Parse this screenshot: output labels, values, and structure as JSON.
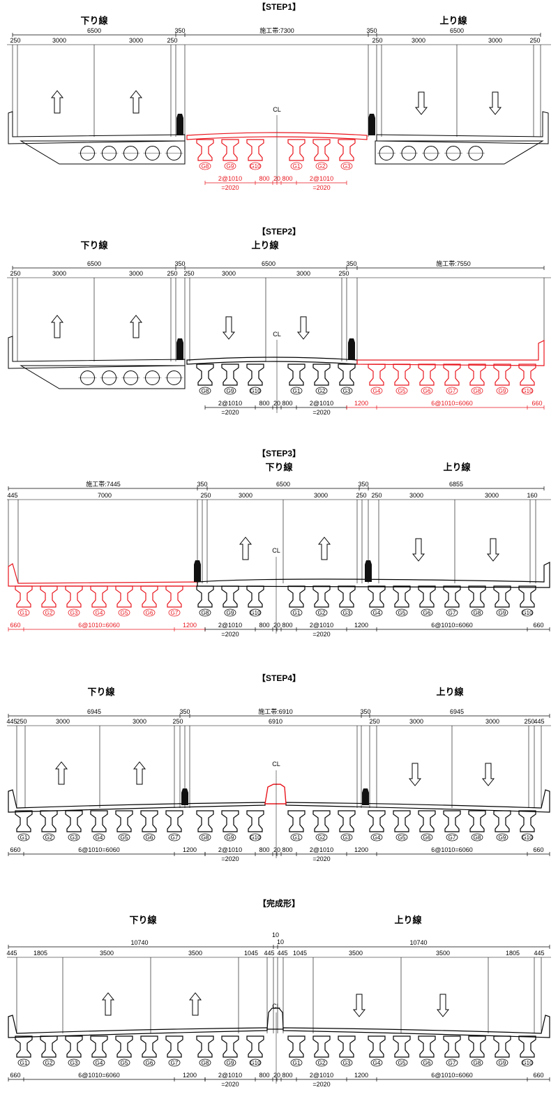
{
  "steps": [
    {
      "title": "【STEP1】",
      "lanes": [
        "下り線",
        "上り線"
      ],
      "top_dims": [
        "6500",
        "350",
        "施工帯:7300",
        "350",
        "6500"
      ],
      "sub_dims": [
        "250",
        "3000",
        "3000",
        "250",
        "250",
        "3000",
        "3000",
        "250"
      ],
      "cl": "CL",
      "girders": [
        "G8",
        "G9",
        "G10",
        "G1",
        "G2",
        "G3"
      ],
      "bottom_dims": [
        "2@1010",
        "=2020",
        "800",
        "20",
        "800",
        "2@1010",
        "=2020"
      ]
    },
    {
      "title": "【STEP2】",
      "lanes": [
        "下り線",
        "上り線"
      ],
      "top_dims": [
        "6500",
        "350",
        "6500",
        "350",
        "施工帯:7550"
      ],
      "sub_dims": [
        "250",
        "3000",
        "3000",
        "250",
        "250",
        "3000",
        "3000",
        "250"
      ],
      "cl": "CL",
      "girders": [
        "G8",
        "G9",
        "G10",
        "G1",
        "G2",
        "G3",
        "G4",
        "G5",
        "G6",
        "G7",
        "G8",
        "G9",
        "G10"
      ],
      "bottom_dims": [
        "2@1010",
        "=2020",
        "800",
        "20",
        "800",
        "2@1010",
        "=2020",
        "1200",
        "6@1010=6060",
        "660"
      ]
    },
    {
      "title": "【STEP3】",
      "lanes": [
        "下り線",
        "上り線"
      ],
      "top_dims": [
        "施工帯:7445",
        "350",
        "6500",
        "350",
        "6855"
      ],
      "sub_dims": [
        "445",
        "7000",
        "250",
        "3000",
        "3000",
        "250",
        "250",
        "3000",
        "3000",
        "160"
      ],
      "cl": "CL",
      "girders": [
        "G1",
        "G2",
        "G3",
        "G4",
        "G5",
        "G6",
        "G7",
        "G8",
        "G9",
        "G10",
        "G1",
        "G2",
        "G3",
        "G4",
        "G5",
        "G6",
        "G7",
        "G8",
        "G9",
        "G10"
      ],
      "bottom_dims": [
        "660",
        "6@1010=6060",
        "1200",
        "2@1010",
        "=2020",
        "800",
        "20",
        "800",
        "2@1010",
        "=2020",
        "1200",
        "6@1010=6060",
        "660"
      ]
    },
    {
      "title": "【STEP4】",
      "lanes": [
        "下り線",
        "上り線"
      ],
      "top_dims": [
        "6945",
        "350",
        "施工帯:6910",
        "350",
        "6945"
      ],
      "sub_dims": [
        "445",
        "250",
        "3000",
        "3000",
        "250",
        "6910",
        "250",
        "3000",
        "3000",
        "250",
        "445"
      ],
      "cl": "CL",
      "girders": [
        "G1",
        "G2",
        "G3",
        "G4",
        "G5",
        "G6",
        "G7",
        "G8",
        "G9",
        "G10",
        "G1",
        "G2",
        "G3",
        "G4",
        "G5",
        "G6",
        "G7",
        "G8",
        "G9",
        "G10"
      ],
      "bottom_dims": [
        "660",
        "6@1010=6060",
        "1200",
        "2@1010",
        "=2020",
        "800",
        "20",
        "800",
        "2@1010",
        "=2020",
        "1200",
        "6@1010=6060",
        "660"
      ]
    },
    {
      "title": "【完成形】",
      "lanes": [
        "下り線",
        "上り線"
      ],
      "top_dims": [
        "10740",
        "10",
        "10",
        "10740"
      ],
      "sub_dims": [
        "445",
        "1805",
        "3500",
        "3500",
        "1045",
        "445",
        "445",
        "1045",
        "3500",
        "3500",
        "1805",
        "445"
      ],
      "cl": "CL",
      "girders": [
        "G1",
        "G2",
        "G3",
        "G4",
        "G5",
        "G6",
        "G7",
        "G8",
        "G9",
        "G10",
        "G1",
        "G2",
        "G3",
        "G4",
        "G5",
        "G6",
        "G7",
        "G8",
        "G9",
        "G10"
      ],
      "bottom_dims": [
        "660",
        "6@1010=6060",
        "1200",
        "2@1010",
        "=2020",
        "800",
        "20",
        "800",
        "2@1010",
        "=2020",
        "1200",
        "6@1010=6060",
        "660"
      ]
    }
  ],
  "colors": {
    "line": "#000000",
    "new": "#e8141c",
    "barrier": "#111111"
  }
}
